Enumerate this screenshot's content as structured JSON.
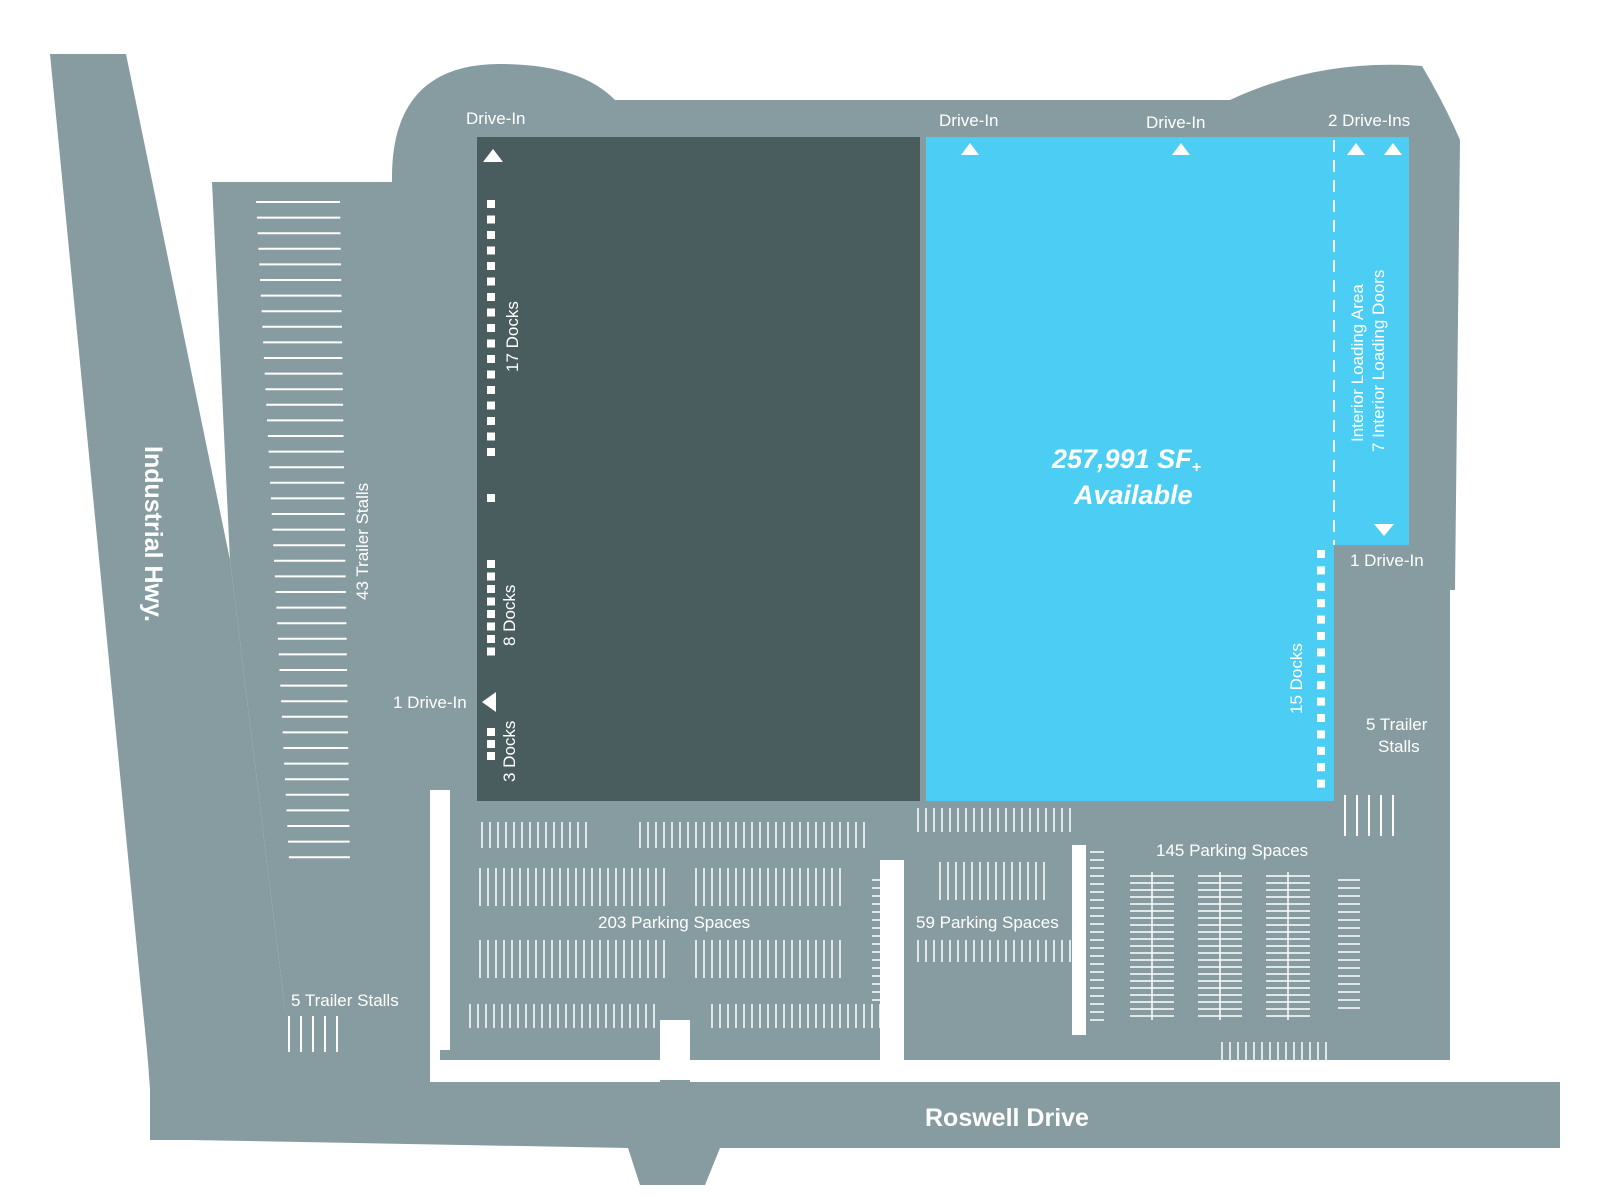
{
  "colors": {
    "ground": "#879ca0",
    "building_leased": "#495c5e",
    "building_available": "#4ccef4",
    "marking": "#ffffff",
    "background": "#ffffff"
  },
  "roads": {
    "highway": "Industrial Hwy.",
    "street": "Roswell Drive"
  },
  "available": {
    "area": "257,991 SF",
    "area_suffix": "+",
    "status": "Available"
  },
  "interior": {
    "loading_area": "Interior Loading Area",
    "loading_doors": "7 Interior Loading Doors"
  },
  "drive_ins": {
    "top_left": "Drive-In",
    "top_mid": "Drive-In",
    "top_right": "Drive-In",
    "top_far_right": "2 Drive-Ins",
    "east": "1 Drive-In",
    "west": "1 Drive-In"
  },
  "docks": {
    "west_north": "17 Docks",
    "west_mid": "8 Docks",
    "west_south": "3 Docks",
    "east": "15 Docks"
  },
  "trailer_stalls": {
    "west_long": "43 Trailer Stalls",
    "southwest": "5 Trailer Stalls",
    "east_line1": "5 Trailer",
    "east_line2": "Stalls"
  },
  "parking": {
    "lot_203": "203 Parking Spaces",
    "lot_59": "59 Parking Spaces",
    "lot_145": "145 Parking Spaces"
  },
  "icons": {
    "drive_in": "triangle-arrow",
    "dock": "square-marker"
  }
}
